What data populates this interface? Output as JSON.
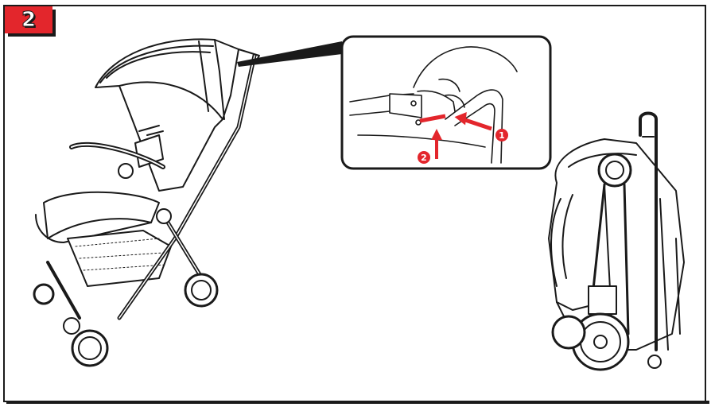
{
  "step": {
    "number": "2"
  },
  "callouts": [
    {
      "label": "1"
    },
    {
      "label": "2"
    }
  ],
  "colors": {
    "accent": "#e3262c",
    "line": "#1a1a1a"
  }
}
